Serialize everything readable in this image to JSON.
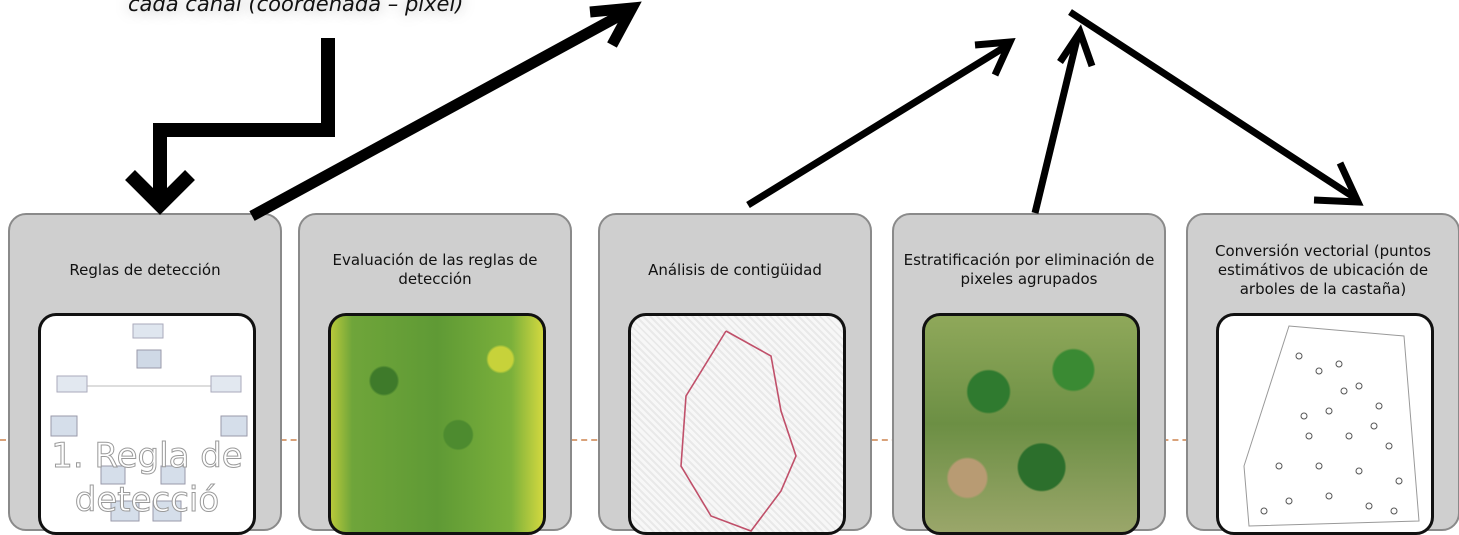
{
  "top_caption": "cada canal (coordenada – pixel)",
  "steps": [
    {
      "title": "Reglas de detección",
      "image_overlay_text": "1. Regla de detecció"
    },
    {
      "title": "Evaluación de las reglas de detección"
    },
    {
      "title": "Análisis de contigüidad"
    },
    {
      "title": "Estratificación por eliminación de pixeles agrupados"
    },
    {
      "title": "Conversión vectorial (puntos estimátivos de ubicación de arboles de la castaña)"
    }
  ]
}
